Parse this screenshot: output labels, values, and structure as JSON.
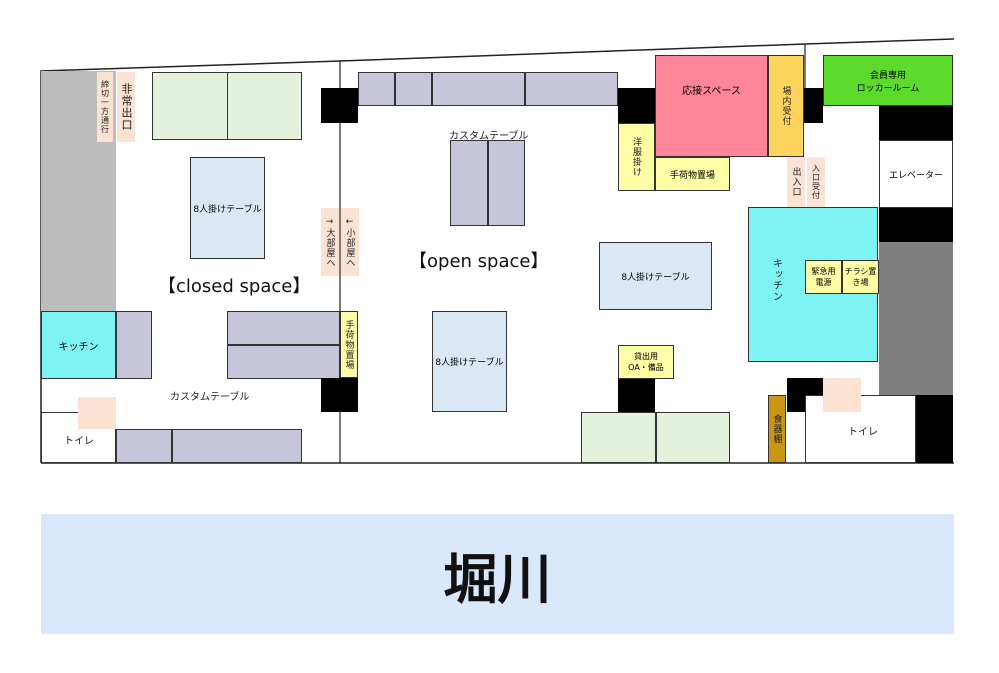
{
  "plan": {
    "emergency_exit": "非常出口",
    "exit_note": "締切一方通行",
    "closed_space": "【closed space】",
    "open_space": "【open space】",
    "table_8_left": "8人掛けテーブル",
    "table_8_center": "8人掛けテーブル",
    "table_8_right": "8人掛けテーブル",
    "custom_table_bottom_left": "カスタムテーブル",
    "custom_table_top_center": "カスタムテーブル",
    "kitchen_left": "キッチン",
    "kitchen_right": "キッチン",
    "toilet_left": "トイレ",
    "toilet_right": "トイレ",
    "to_big_room": "→大部屋へ",
    "to_small_room": "←小部屋へ",
    "luggage_left": "手荷物置場",
    "luggage_top": "手荷物置場",
    "coat_hanger": "洋服掛け",
    "reception_space": "応接スペース",
    "venue_reception": "場内受付",
    "entrance": "出入口",
    "entrance_reception": "入口受付",
    "member_locker": "会員専用\nロッカールーム",
    "elevator": "エレベーター",
    "emergency_power": "緊急用\n電源",
    "flyer_area": "チラシ置\nき場",
    "rental_oa": "貸出用\nOA・備品",
    "tableware_shelf": "食器棚"
  },
  "banner": {
    "title": "堀川"
  }
}
